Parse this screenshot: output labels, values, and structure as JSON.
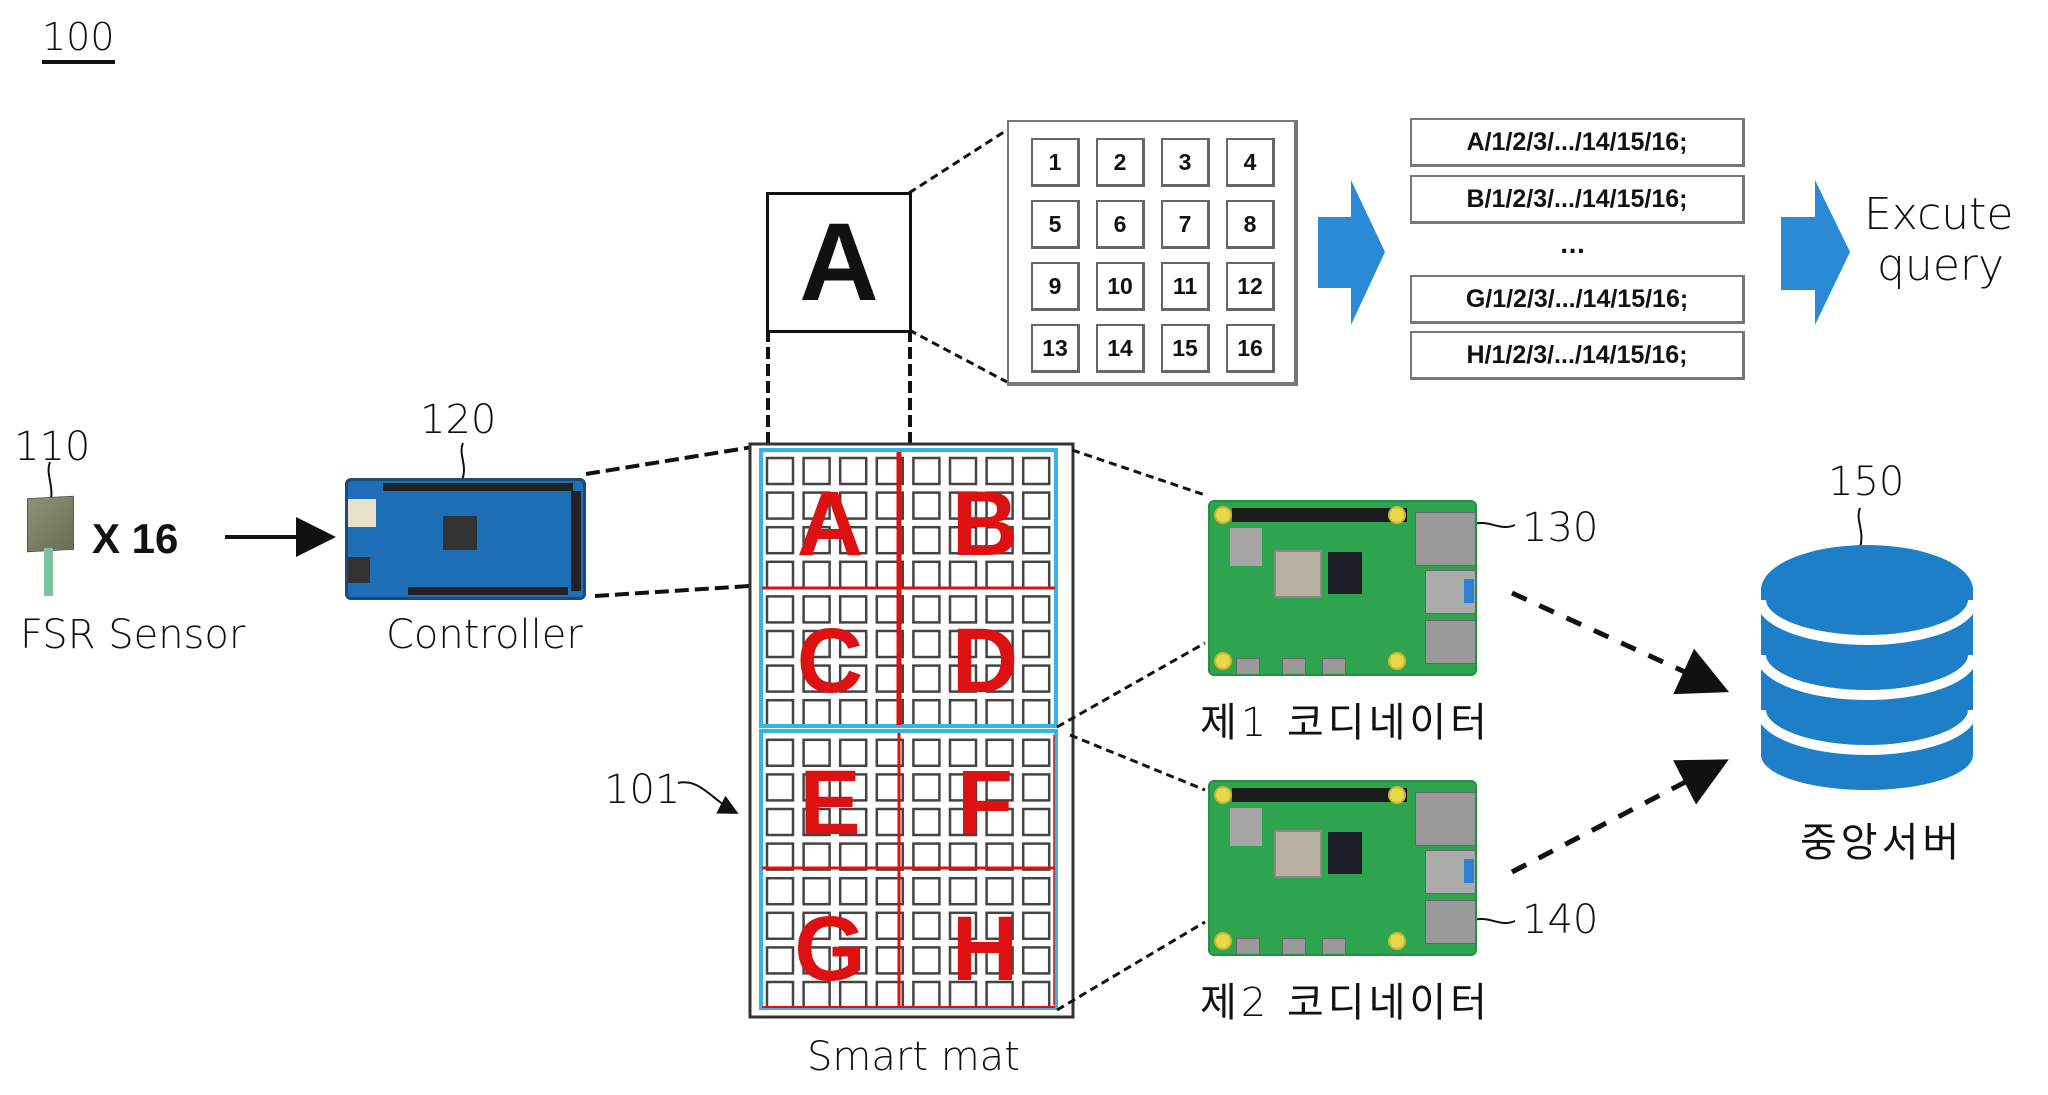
{
  "figure": {
    "number": "100",
    "colors": {
      "accent_blue": "#2a8ad6",
      "database_blue": "#1e7fc8",
      "zone_red": "#dd1111",
      "mat_cyan": "#33b5e5"
    }
  },
  "sensor": {
    "ref": "110",
    "multiplier": "X 16",
    "caption": "FSR Sensor",
    "icon": "fsr-sensor-icon"
  },
  "controller": {
    "ref": "120",
    "caption": "Controller",
    "icon": "arduino-board-icon"
  },
  "smart_mat": {
    "ref": "101",
    "caption": "Smart mat",
    "columns": 8,
    "rows": 16,
    "zones": [
      "A",
      "B",
      "C",
      "D",
      "E",
      "F",
      "G",
      "H"
    ]
  },
  "zoom_detail": {
    "zone_label": "A",
    "cells": [
      "1",
      "2",
      "3",
      "4",
      "5",
      "6",
      "7",
      "8",
      "9",
      "10",
      "11",
      "12",
      "13",
      "14",
      "15",
      "16"
    ]
  },
  "queries": {
    "rows": [
      "A/1/2/3/.../14/15/16;",
      "B/1/2/3/.../14/15/16;",
      "G/1/2/3/.../14/15/16;",
      "H/1/2/3/.../14/15/16;"
    ],
    "ellipsis": "...",
    "action_line1": "Excute",
    "action_line2": "query"
  },
  "coordinators": [
    {
      "ref": "130",
      "caption": "제1 코디네이터",
      "icon": "raspberry-pi-icon"
    },
    {
      "ref": "140",
      "caption": "제2 코디네이터",
      "icon": "raspberry-pi-icon"
    }
  ],
  "server": {
    "ref": "150",
    "caption": "중앙서버",
    "icon": "database-icon"
  }
}
